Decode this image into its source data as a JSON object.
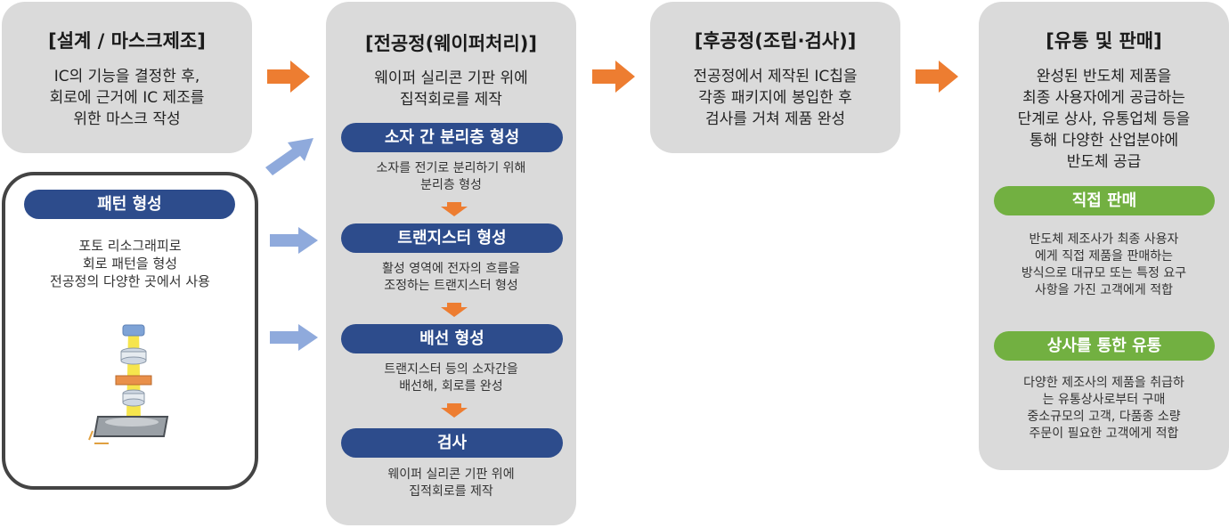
{
  "design": {
    "title": "[설계 / 마스크제조]",
    "desc": [
      "IC의 기능을 결정한 후,",
      "회로에 근거에 IC 제조를",
      "위한 마스크 작성"
    ]
  },
  "pattern": {
    "label": "패턴 형성",
    "desc": [
      "포토 리소그래피로",
      "회로 패턴을 형성",
      "전공정의 다양한 곳에서 사용"
    ]
  },
  "front": {
    "title": "[전공정(웨이퍼처리)]",
    "desc": [
      "웨이퍼 실리콘 기판 위에",
      "집적회로를 제작"
    ],
    "steps": [
      {
        "label": "소자 간 분리층 형성",
        "desc": [
          "소자를 전기로 분리하기 위해",
          "분리층 형성"
        ]
      },
      {
        "label": "트랜지스터 형성",
        "desc": [
          "활성 영역에 전자의 흐름을",
          "조정하는 트랜지스터 형성"
        ]
      },
      {
        "label": "배선 형성",
        "desc": [
          "트랜지스터 등의 소자간을",
          "배선해, 회로를 완성"
        ]
      },
      {
        "label": "검사",
        "desc": [
          "웨이퍼 실리콘 기판 위에",
          "집적회로를 제작"
        ]
      }
    ]
  },
  "back": {
    "title": "[후공정(조립·검사)]",
    "desc": [
      "전공정에서 제작된 IC칩을",
      "각종 패키지에 봉입한 후",
      "검사를 거쳐 제품 완성"
    ]
  },
  "dist": {
    "title": "[유통 및 판매]",
    "desc": [
      "완성된 반도체 제품을",
      "최종 사용자에게 공급하는",
      "단계로 상사, 유통업체 등을",
      "통해 다양한 산업분야에",
      "반도체 공급"
    ],
    "direct": {
      "label": "직접 판매",
      "desc": [
        "반도체 제조사가 최종 사용자",
        "에게 직접 제품을 판매하는",
        "방식으로 대규모 또는 특정 요구",
        "사항을 가진 고객에게 적합"
      ]
    },
    "trader": {
      "label": "상사를 통한 유통",
      "desc": [
        "다양한 제조사의 제품을 취급하",
        "는 유통상사로부터 구매",
        "중소규모의 고객, 다품종 소량",
        "주문이 필요한 고객에게 적합"
      ]
    }
  },
  "colors": {
    "box_gray": "#dadada",
    "pill_blue": "#2d4c8c",
    "pill_green": "#72b041",
    "arrow_orange": "#ed7d31",
    "arrow_lightblue": "#8faadc"
  }
}
